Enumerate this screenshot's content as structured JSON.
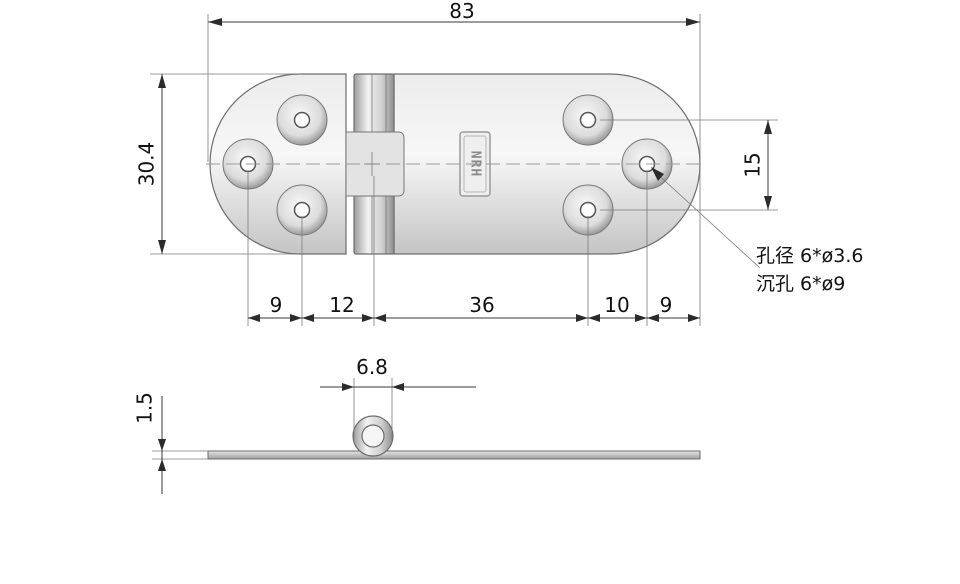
{
  "dimensions": {
    "overall_length": "83",
    "height": "30.4",
    "hole_spacing": "15",
    "seg_1": "9",
    "seg_2": "12",
    "seg_3": "36",
    "seg_4": "10",
    "seg_5": "9",
    "knuckle_width": "6.8",
    "thickness": "1.5"
  },
  "notes": {
    "hole_diameter": "孔径 6*ø3.6",
    "countersink": "沉孔 6*ø9"
  },
  "logo": {
    "text": "NRH"
  },
  "colors": {
    "dimension_line": "#3a3a3a",
    "plate_light": "#f4f4f4",
    "plate_dark": "#bdbdbd"
  }
}
